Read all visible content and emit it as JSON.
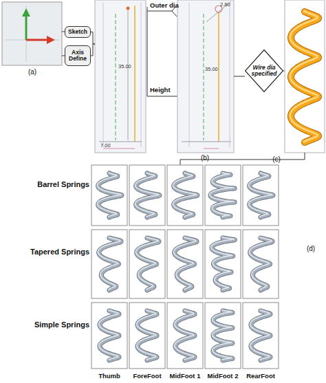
{
  "diagram": {
    "nodes": [
      {
        "text": [
          "Sketch"
        ]
      },
      {
        "text": [
          "Axis Define"
        ]
      },
      {
        "text": [
          "35.00",
          "7.00"
        ]
      },
      {
        "text": [
          "2.80",
          "35.00"
        ]
      },
      {
        "text": [
          "Wire dia specified"
        ]
      }
    ],
    "edges": [
      {
        "from": 0,
        "to": 2,
        "arrow": "none"
      },
      {
        "from": 1,
        "to": 2,
        "arrow": "none"
      },
      {
        "from": 3,
        "to": 4,
        "arrow": "none"
      }
    ],
    "labels": [
      "(a)",
      "Outer dia",
      "Height",
      "(b)",
      "(c)",
      "Barrel Springs",
      "Tapered Springs",
      "Simple Springs",
      "Thumb",
      "ForeFoot",
      "MidFoot 1",
      "MidFoot 2",
      "RearFoot",
      "(d)"
    ]
  }
}
